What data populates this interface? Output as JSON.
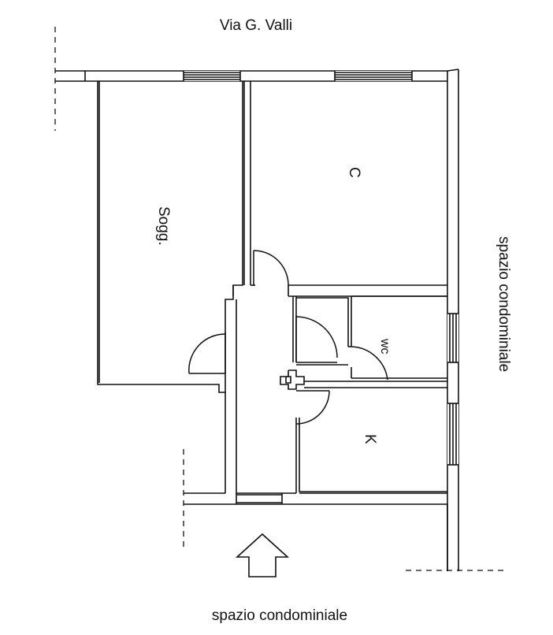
{
  "labels": {
    "street_top": "Via G. Valli",
    "common_space_right": "spazio condominiale",
    "common_space_bottom": "spazio condominiale"
  },
  "rooms": {
    "living": "Sogg.",
    "bedroom": "C",
    "bathroom": "wc",
    "kitchen": "K"
  },
  "colors": {
    "line": "#111111",
    "background": "#ffffff"
  },
  "icons": {
    "entrance": "entrance-arrow-icon"
  }
}
